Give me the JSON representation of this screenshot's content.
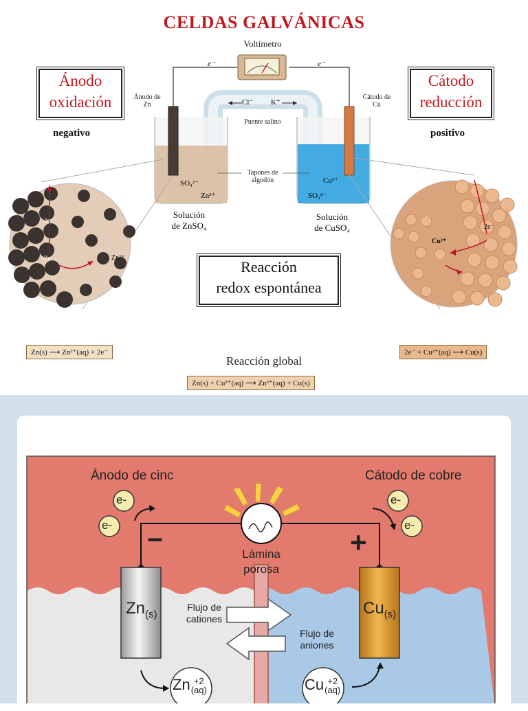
{
  "top": {
    "title": "CELDAS GALVÁNICAS",
    "voltimetro": "Voltímetro",
    "electron_left": "e⁻",
    "electron_right": "e⁻",
    "anodo_box": {
      "line1": "Ánodo",
      "line2": "oxidación"
    },
    "catodo_box": {
      "line1": "Cátodo",
      "line2": "reducción"
    },
    "negativo": "negativo",
    "positivo": "positivo",
    "anodo_de_zn": {
      "line1": "Ánodo de",
      "line2": "Zn"
    },
    "catodo_de_cu": {
      "line1": "Cátodo de",
      "line2": "Cu"
    },
    "cl_label": "Cl⁻",
    "k_label": "K⁺",
    "puente_salino": "Puente salino",
    "tapones": {
      "line1": "Tapones de",
      "line2": "algodón"
    },
    "so4_left": "SO₄²⁻",
    "zn2_left": "Zn²⁺",
    "cu2_right": "Cu²⁺",
    "so4_right": "SO₄²⁻",
    "solucion_znso4": {
      "line1": "Solución",
      "line2": "de ZnSO₄"
    },
    "solucion_cuso4": {
      "line1": "Solución",
      "line2": "de CuSO₄"
    },
    "reaccion_box": {
      "line1": "Reacción",
      "line2": "redox espontánea"
    },
    "zoom_left": {
      "e2": "2e⁻",
      "zn": "Zn",
      "zn2": "Zn²⁺"
    },
    "zoom_right": {
      "cu2": "Cu²⁺",
      "e2": "2e⁻"
    },
    "eq_left": "Zn(s) ⟶ Zn²⁺(aq) + 2e⁻",
    "eq_right": "2e⁻ + Cu²⁺(aq) ⟶ Cu(s)",
    "reaccion_global": "Reacción global",
    "eq_global": "Zn(s) + Cu²⁺(aq) ⟶ Zn²⁺(aq) + Cu(s)",
    "colors": {
      "title": "#c0181e",
      "zn_solution": "#d9bfa3",
      "cu_solution": "#3aa7e0"
    }
  },
  "bottom": {
    "anodo_cinc": "Ánodo de cinc",
    "catodo_cobre": "Cátodo de cobre",
    "e_label": "e-",
    "minus": "−",
    "plus": "+",
    "lamina": {
      "line1": "Lámina",
      "line2": "porosa"
    },
    "zn_electrode": "Zn",
    "zn_sub": "(s)",
    "cu_electrode": "Cu",
    "cu_sub": "(s)",
    "flujo_cationes": {
      "line1": "Flujo de",
      "line2": "cationes"
    },
    "flujo_aniones": {
      "line1": "Flujo de",
      "line2": "aniones"
    },
    "zn_ion": {
      "base": "Zn",
      "sup": "+2",
      "sub": "(aq)"
    },
    "cu_ion": {
      "base": "Cu",
      "sup": "+2",
      "sub": "(aq)"
    },
    "colors": {
      "air": "#e27a6d",
      "left_liquid": "#e8e8e8",
      "right_liquid": "#a9c9e6",
      "cu_bar": "#d9962a",
      "background": "#d2e0ec"
    }
  }
}
